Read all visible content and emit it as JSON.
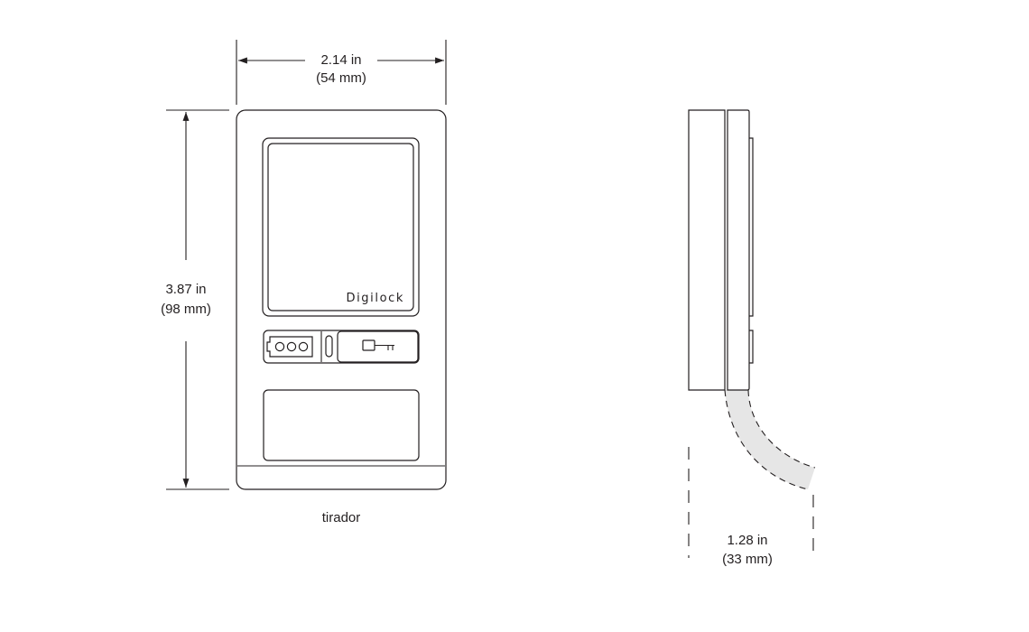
{
  "dimensions": {
    "width": {
      "imperial": "2.14 in",
      "metric": "(54 mm)"
    },
    "height": {
      "imperial": "3.87 in",
      "metric": "(98 mm)"
    },
    "depth": {
      "imperial": "1.28 in",
      "metric": "(33 mm)"
    }
  },
  "front_view": {
    "brand": "Digilock",
    "caption": "tirador"
  },
  "colors": {
    "line": "#231f20",
    "cable_fill": "#e6e6e6"
  }
}
